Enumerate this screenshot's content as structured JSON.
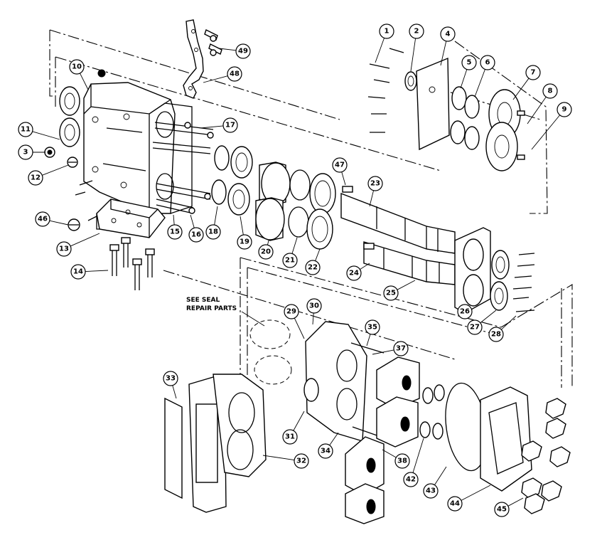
{
  "note": {
    "line1": "SEE SEAL",
    "line2": "REPAIR PARTS"
  },
  "callouts": [
    {
      "id": "1",
      "label": "1"
    },
    {
      "id": "2",
      "label": "2"
    },
    {
      "id": "4",
      "label": "4"
    },
    {
      "id": "5",
      "label": "5"
    },
    {
      "id": "6",
      "label": "6"
    },
    {
      "id": "7",
      "label": "7"
    },
    {
      "id": "8",
      "label": "8"
    },
    {
      "id": "9",
      "label": "9"
    },
    {
      "id": "10",
      "label": "10"
    },
    {
      "id": "11",
      "label": "11"
    },
    {
      "id": "3",
      "label": "3"
    },
    {
      "id": "12",
      "label": "12"
    },
    {
      "id": "17",
      "label": "17"
    },
    {
      "id": "48",
      "label": "48"
    },
    {
      "id": "49",
      "label": "49"
    },
    {
      "id": "46",
      "label": "46"
    },
    {
      "id": "13",
      "label": "13"
    },
    {
      "id": "14",
      "label": "14"
    },
    {
      "id": "15",
      "label": "15"
    },
    {
      "id": "16",
      "label": "16"
    },
    {
      "id": "18",
      "label": "18"
    },
    {
      "id": "19",
      "label": "19"
    },
    {
      "id": "20",
      "label": "20"
    },
    {
      "id": "21",
      "label": "21"
    },
    {
      "id": "22",
      "label": "22"
    },
    {
      "id": "47",
      "label": "47"
    },
    {
      "id": "23",
      "label": "23"
    },
    {
      "id": "24",
      "label": "24"
    },
    {
      "id": "25",
      "label": "25"
    },
    {
      "id": "26",
      "label": "26"
    },
    {
      "id": "27",
      "label": "27"
    },
    {
      "id": "28",
      "label": "28"
    },
    {
      "id": "29",
      "label": "29"
    },
    {
      "id": "30",
      "label": "30"
    },
    {
      "id": "35",
      "label": "35"
    },
    {
      "id": "37",
      "label": "37"
    },
    {
      "id": "33",
      "label": "33"
    },
    {
      "id": "31",
      "label": "31"
    },
    {
      "id": "32",
      "label": "32"
    },
    {
      "id": "34",
      "label": "34"
    },
    {
      "id": "38",
      "label": "38"
    },
    {
      "id": "42",
      "label": "42"
    },
    {
      "id": "43",
      "label": "43"
    },
    {
      "id": "44",
      "label": "44"
    },
    {
      "id": "45",
      "label": "45"
    }
  ]
}
